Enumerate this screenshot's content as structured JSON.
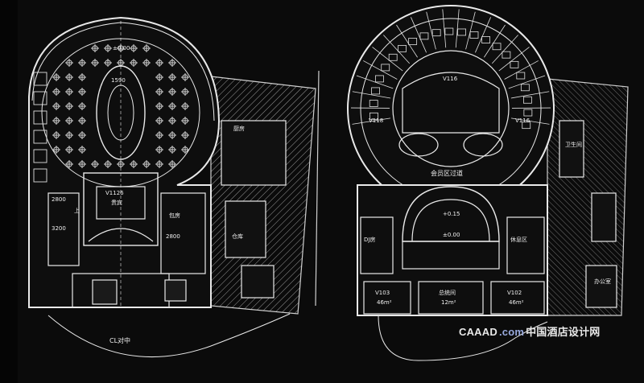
{
  "colors": {
    "background": "#0b0b0b",
    "linework": "#e9e9e9",
    "hatch": "#bdbdbd",
    "annex_fill": "#1d1d1d"
  },
  "left_plan": {
    "labels": {
      "top_level": "±0.00",
      "dome_span": "1590",
      "center_room": "V1126",
      "center_room_sub": "贵宾",
      "right_room_1": "包房",
      "right_room_2": "厨房",
      "right_room_3": "仓库",
      "dim_1": "2800",
      "dim_2": "3200",
      "dim_3": "2800",
      "center_line": "CL对中",
      "entry_mark": "上"
    }
  },
  "right_plan": {
    "labels": {
      "corridor": "会员区过道",
      "top_room": "V116",
      "left_room": "V118",
      "right_room": "V116",
      "stage_level": "±0.00",
      "stage_level_2": "+0.15",
      "dj_room": "DJ房",
      "room_bl": "V103",
      "room_bl_sub": "46m²",
      "room_bc": "总统间",
      "room_bc_sub": "12m²",
      "room_br": "V102",
      "room_br_sub": "46m²",
      "office": "办公室",
      "toilet": "卫生间",
      "lounge": "休息区"
    }
  },
  "watermark": {
    "brand": "CAAAD",
    "sep": ".com",
    "name": "中国酒店设计网"
  }
}
